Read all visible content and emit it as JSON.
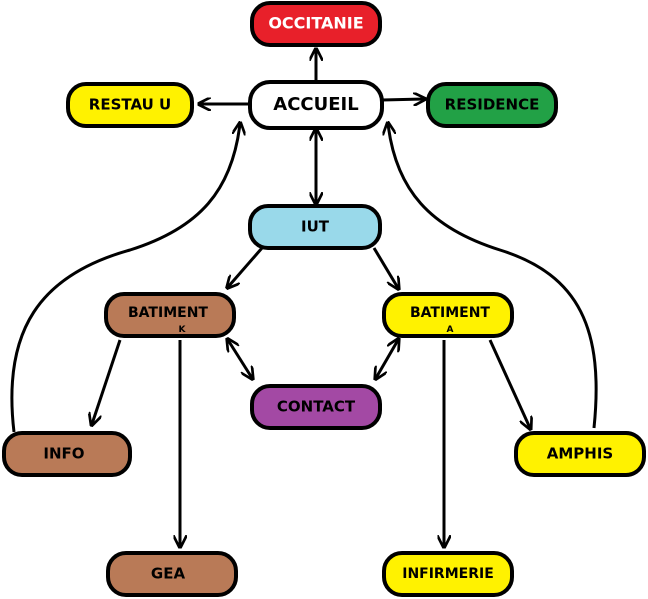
{
  "nodes": {
    "occitanie": {
      "label": "OCCITANIE",
      "color": "#e8202a"
    },
    "accueil": {
      "label": "ACCUEIL",
      "color": "#ffffff"
    },
    "restau_u": {
      "label": "RESTAU U",
      "color": "#fff200"
    },
    "residence": {
      "label": "RESIDENCE",
      "color": "#22a146"
    },
    "iut": {
      "label": "IUT",
      "color": "#99d9ea"
    },
    "batiment_k": {
      "label": "BATIMENT",
      "sub": "K",
      "color": "#b97a57"
    },
    "batiment_a": {
      "label": "BATIMENT",
      "sub": "A",
      "color": "#fff200"
    },
    "contact": {
      "label": "CONTACT",
      "color": "#a349a4"
    },
    "info": {
      "label": "INFO",
      "color": "#b97a57"
    },
    "amphis": {
      "label": "AMPHIS",
      "color": "#fff200"
    },
    "gea": {
      "label": "GEA",
      "color": "#b97a57"
    },
    "infirmerie": {
      "label": "INFIRMERIE",
      "color": "#fff200"
    }
  }
}
